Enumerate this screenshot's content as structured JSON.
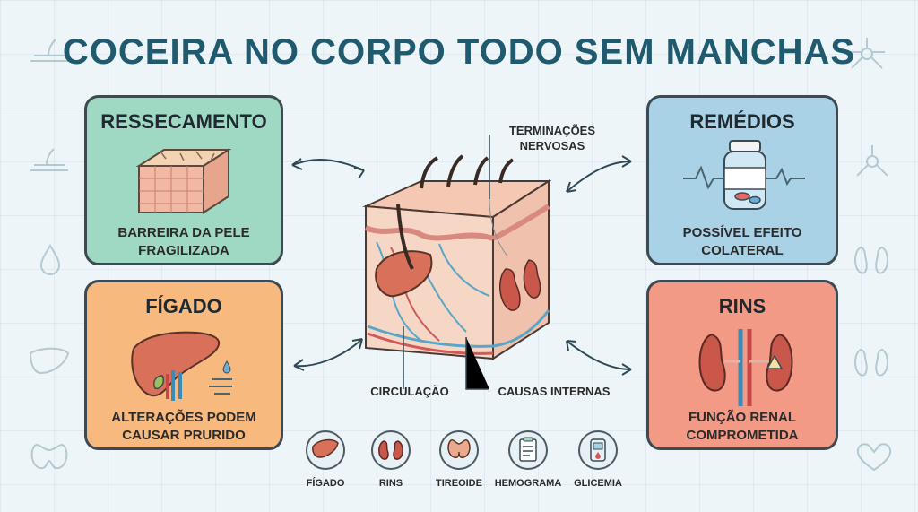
{
  "title": "COCEIRA NO CORPO TODO SEM MANCHAS",
  "cards": {
    "ressecamento": {
      "title": "RESSECAMENTO",
      "text_line1": "BARREIRA DA PELE",
      "text_line2": "FRAGILIZADA"
    },
    "remedios": {
      "title": "REMÉDIOS",
      "text_line1": "POSSÍVEL EFEITO",
      "text_line2": "COLATERAL"
    },
    "figado": {
      "title": "FÍGADO",
      "text_line1": "ALTERAÇÕES PODEM",
      "text_line2": "CAUSAR PRURIDO"
    },
    "rins": {
      "title": "RINS",
      "text_line1": "FUNÇÃO RENAL",
      "text_line2": "COMPROMETIDA"
    }
  },
  "callouts": {
    "nerves_line1": "TERMINAÇÕES",
    "nerves_line2": "NERVOSAS",
    "circulation": "CIRCULAÇÃO",
    "internal": "CAUSAS INTERNAS"
  },
  "bottom_icons": [
    {
      "label": "FÍGADO",
      "icon": "liver-icon"
    },
    {
      "label": "RINS",
      "icon": "kidneys-icon"
    },
    {
      "label": "TIREOIDE",
      "icon": "thyroid-icon"
    },
    {
      "label": "HEMOGRAMA",
      "icon": "clipboard-icon"
    },
    {
      "label": "GLICEMIA",
      "icon": "glucometer-icon"
    }
  ],
  "colors": {
    "title": "#1f5a6e",
    "ressecamento": "#9fd9c3",
    "remedios": "#a9d2e6",
    "figado": "#f7b97e",
    "rins": "#f29a85"
  }
}
